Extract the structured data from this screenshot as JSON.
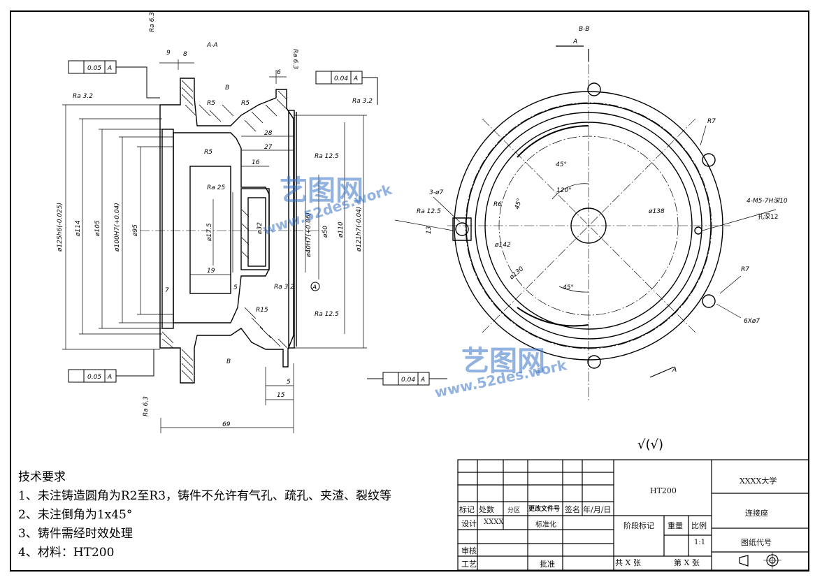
{
  "sections": {
    "aa": "A-A",
    "bb": "B-B",
    "cut_a": "A",
    "cut_b": "B"
  },
  "datum": "A",
  "tolerances": {
    "left_top": "0.05",
    "left_bottom": "0.05",
    "right_top": "0.04",
    "right_bottom": "0.04"
  },
  "roughness": {
    "ra63": "Ra 6.3",
    "ra32": "Ra 3.2",
    "ra125": "Ra 12.5",
    "ra25": "Ra 25"
  },
  "dims_left": {
    "d125": "ø125h6(-0.025)",
    "d114": "ø114",
    "d105": "ø105",
    "d100": "ø100H7(+0.04)",
    "d95": "ø95",
    "d175": "ø17.5",
    "d32": "ø32",
    "d40": "ø40H7(+0.06)",
    "d50": "ø50",
    "d110": "ø110",
    "d121": "ø121h7(-0.04)",
    "r5a": "R5",
    "r5b": "R5",
    "r5c": "R5",
    "r15": "R15",
    "l28": "28",
    "l27": "27",
    "l16": "16",
    "l19": "19",
    "l5a": "5",
    "l7": "7",
    "l9": "9",
    "l8": "8",
    "l6": "6",
    "l5b": "5",
    "l15": "15",
    "l69": "69"
  },
  "dims_right": {
    "r7a": "R7",
    "r7b": "R7",
    "r6": "R6",
    "thread": "4-M5-7H深10",
    "hole": "孔深12",
    "d138": "ø138",
    "d142": "ø142",
    "d130": "ø130",
    "holes3": "3-ø7",
    "holes6": "6Xø7",
    "a45a": "45°",
    "a45b": "45°",
    "a45c": "45°",
    "a120": "120°",
    "l13": "13"
  },
  "surface_note": "√(√)",
  "tech": {
    "title": "技术要求",
    "items": [
      "1、未注铸造圆角为R2至R3，铸件不允许有气孔、疏孔、夹渣、裂纹等",
      "2、未注倒角为1x45°",
      "3、铸件需经时效处理",
      "4、材料：HT200"
    ]
  },
  "title_block": {
    "material": "HT200",
    "university": "XXXX大学",
    "part_name": "连接座",
    "drawing_no": "图纸代号",
    "mark": "标记",
    "count": "处数",
    "zone": "分区",
    "change_doc": "更改文件号",
    "sign": "签名",
    "date": "年/月/日",
    "design": "设计",
    "designer": "XXXX",
    "standard": "标准化",
    "stage": "阶段标记",
    "weight": "重量",
    "scale_label": "比例",
    "scale": "1:1",
    "review": "审核",
    "process": "工艺",
    "approve": "批准",
    "total": "共 X 张",
    "sheet": "第 X 张"
  },
  "watermark": {
    "name": "艺图网",
    "url": "www.52des.work"
  }
}
